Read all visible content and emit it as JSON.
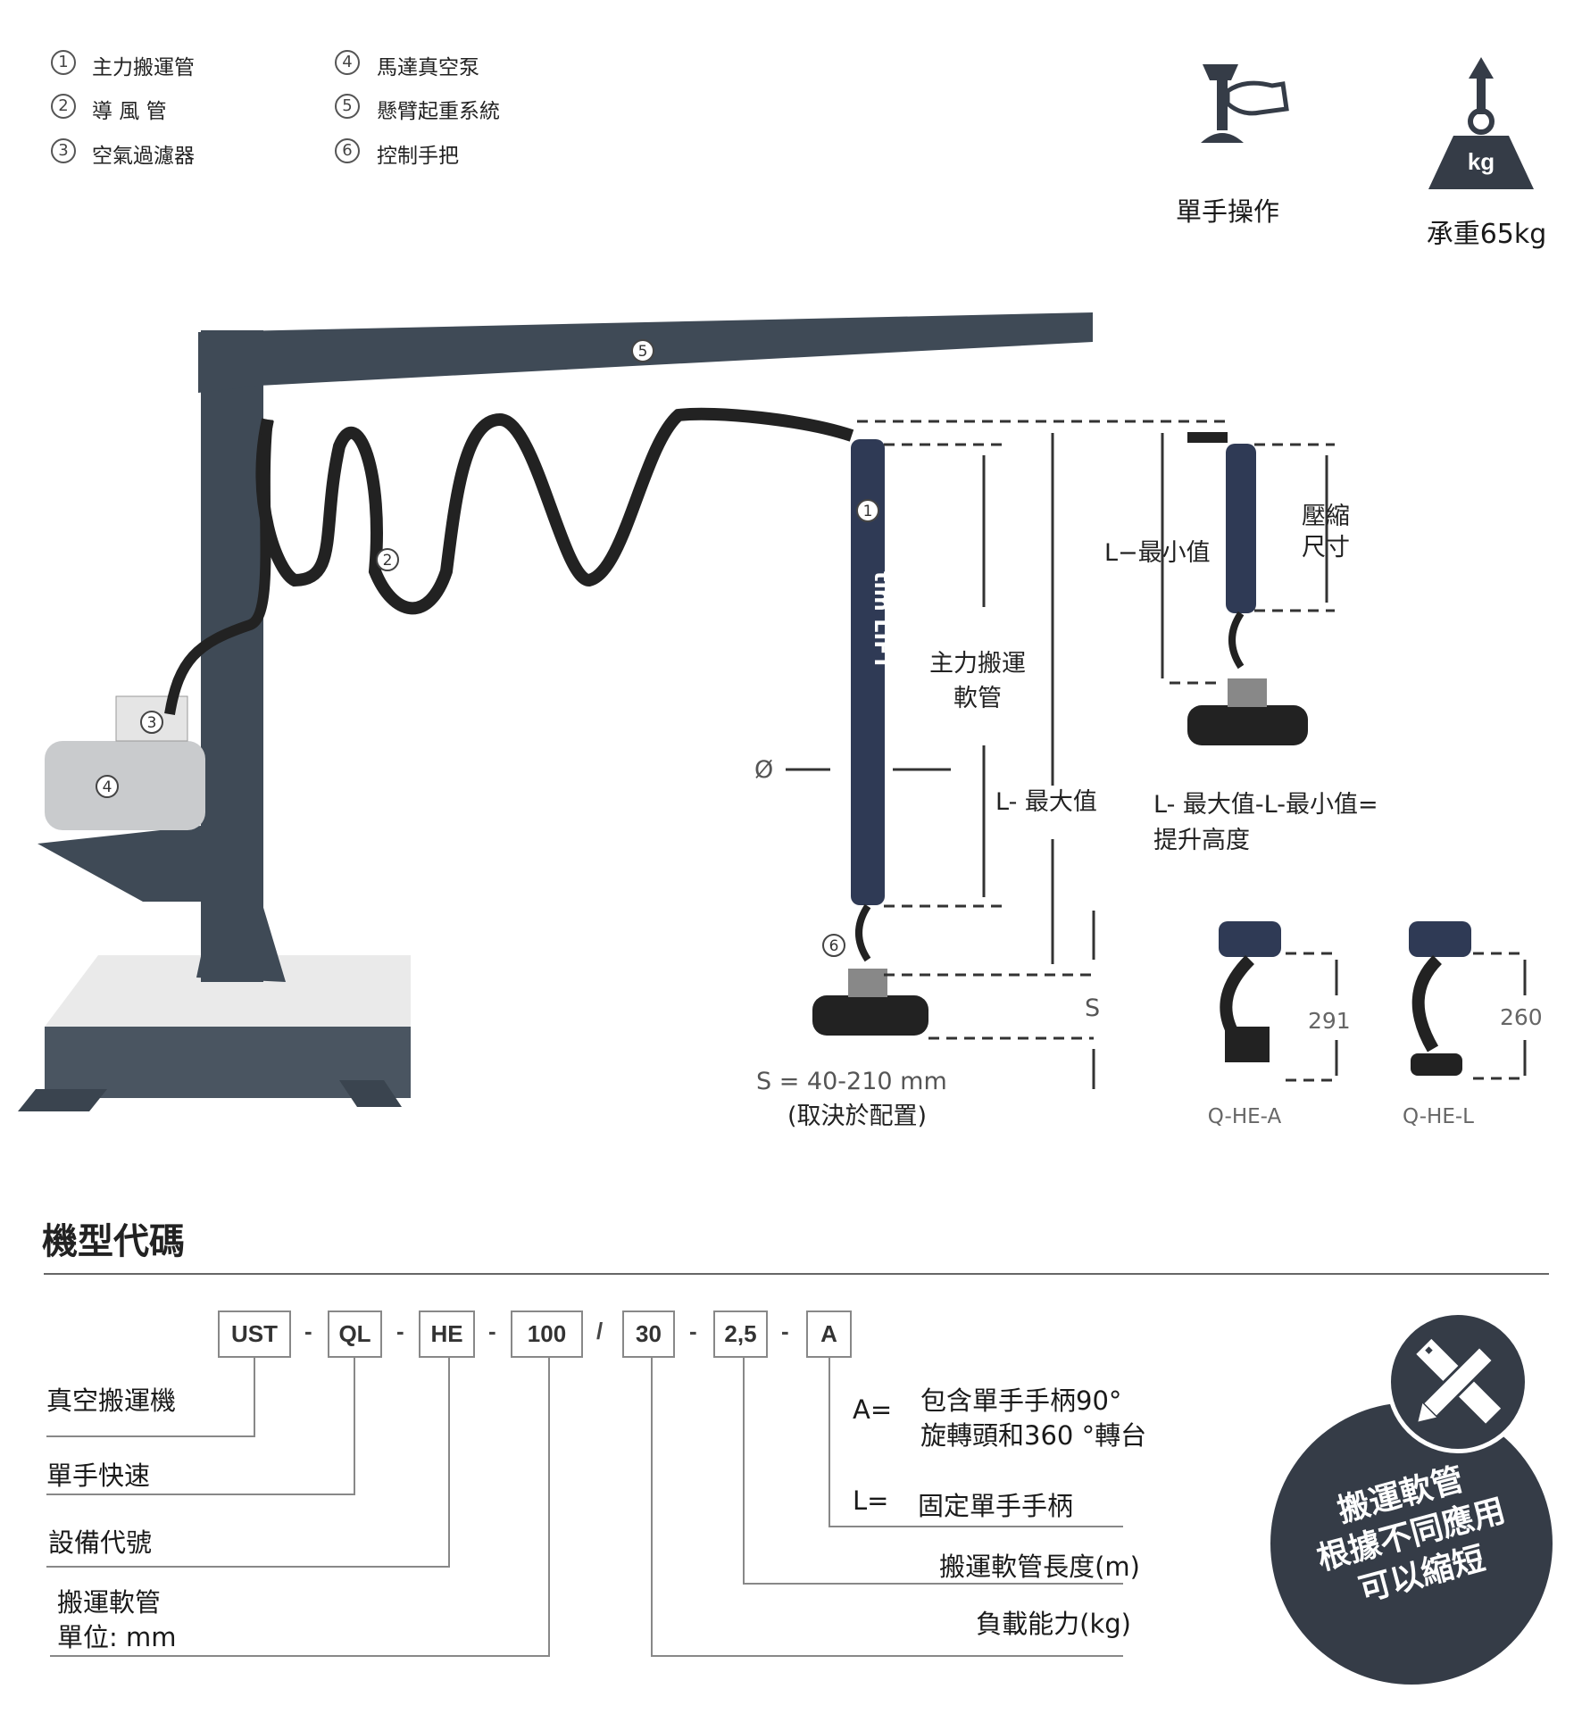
{
  "legend": [
    {
      "num": "1",
      "label": "主力搬運管"
    },
    {
      "num": "2",
      "label": "導 風 管"
    },
    {
      "num": "3",
      "label": "空氣過濾器"
    },
    {
      "num": "4",
      "label": "馬達真空泵"
    },
    {
      "num": "5",
      "label": "懸臂起重系統"
    },
    {
      "num": "6",
      "label": "控制手把"
    }
  ],
  "features": {
    "one_hand": "單手操作",
    "load_icon_text": "kg",
    "load": "承重65kg"
  },
  "diagram": {
    "callouts": [
      "1",
      "2",
      "3",
      "4",
      "5",
      "6"
    ],
    "main_hose": [
      "主力搬運",
      "軟管"
    ],
    "diameter": "Ø",
    "l_max": "L- 最大值",
    "l_min": "L−最小值",
    "compress": [
      "壓縮",
      "尺寸"
    ],
    "lift": [
      "L- 最大值-L-最小值=",
      "提升高度"
    ],
    "s_label": "S",
    "s_range": "S = 40-210 mm",
    "s_note": "(取決於配置)",
    "hose_logo": "tim LIFT",
    "handle_a": {
      "dim": "291",
      "name": "Q-HE-A"
    },
    "handle_l": {
      "dim": "260",
      "name": "Q-HE-L"
    }
  },
  "model_code": {
    "title": "機型代碼",
    "segments": [
      "UST",
      "QL",
      "HE",
      "100",
      "30",
      "2,5",
      "A"
    ],
    "separators": [
      "-",
      "-",
      "-",
      "/",
      "-",
      "-"
    ],
    "labels": {
      "machine": "真空搬運機",
      "quick": "單手快速",
      "device": "設備代號",
      "hose": "搬運軟管",
      "unit": "單位: mm",
      "a_key": "A=",
      "a_desc1": "包含單手手柄90°",
      "a_desc2": "旋轉頭和360 °轉台",
      "l_key": "L=",
      "l_desc": "固定單手手柄",
      "length": "搬運軟管長度(m)",
      "capacity": "負載能力(kg)"
    }
  },
  "badge": {
    "lines": [
      "搬運軟管",
      "根據不同應用",
      "可以縮短"
    ]
  },
  "colors": {
    "dark": "#353c47",
    "hose": "#2f3a55",
    "frame": "#3f4a56"
  }
}
